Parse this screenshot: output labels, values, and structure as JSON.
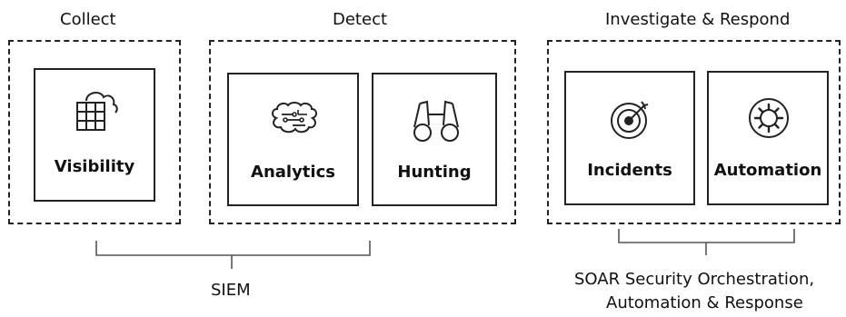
{
  "stages": {
    "collect": {
      "title": "Collect"
    },
    "detect": {
      "title": "Detect"
    },
    "respond": {
      "title": "Investigate & Respond"
    }
  },
  "cards": {
    "visibility": {
      "label": "Visibility",
      "icon": "table-cloud-icon"
    },
    "analytics": {
      "label": "Analytics",
      "icon": "brain-circuit-icon"
    },
    "hunting": {
      "label": "Hunting",
      "icon": "binoculars-icon"
    },
    "incidents": {
      "label": "Incidents",
      "icon": "target-icon"
    },
    "automation": {
      "label": "Automation",
      "icon": "gear-icon"
    }
  },
  "groups": {
    "siem": {
      "label": "SIEM"
    },
    "soar": {
      "line1": "SOAR Security Orchestration,",
      "line2": "Automation & Response"
    }
  }
}
